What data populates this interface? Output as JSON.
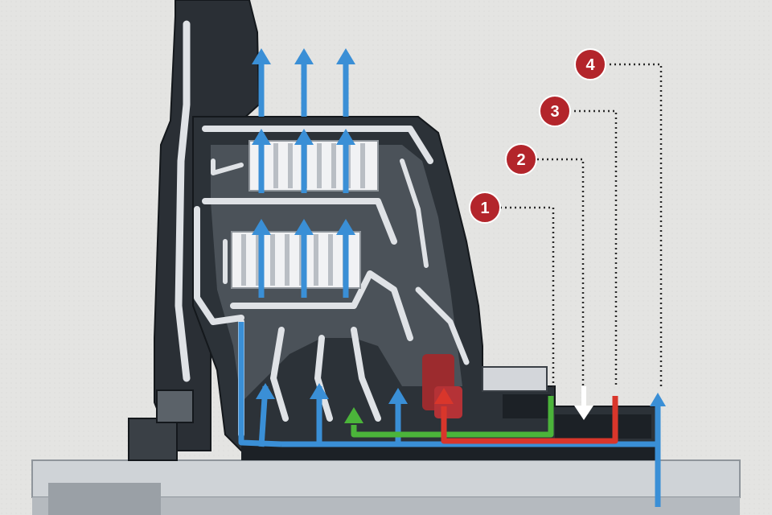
{
  "colors": {
    "background": "#e4e4e2",
    "housing_dark": "#1f2429",
    "housing_mid": "#565d64",
    "channel": "#dfe2e6",
    "channel_edge": "#b8bcc1",
    "flow_blue": "#3a8fd6",
    "flow_green": "#4bb43a",
    "flow_red": "#d9362b",
    "flow_white": "#ffffff",
    "badge": "#b3252b"
  },
  "callouts": [
    {
      "label": "1",
      "color_name": "flow_green"
    },
    {
      "label": "2",
      "color_name": "flow_white"
    },
    {
      "label": "3",
      "color_name": "flow_red"
    },
    {
      "label": "4",
      "color_name": "flow_blue"
    }
  ],
  "icons": {
    "callout_marker": "numbered-circle-icon",
    "flow_arrow": "arrow-up-icon"
  }
}
